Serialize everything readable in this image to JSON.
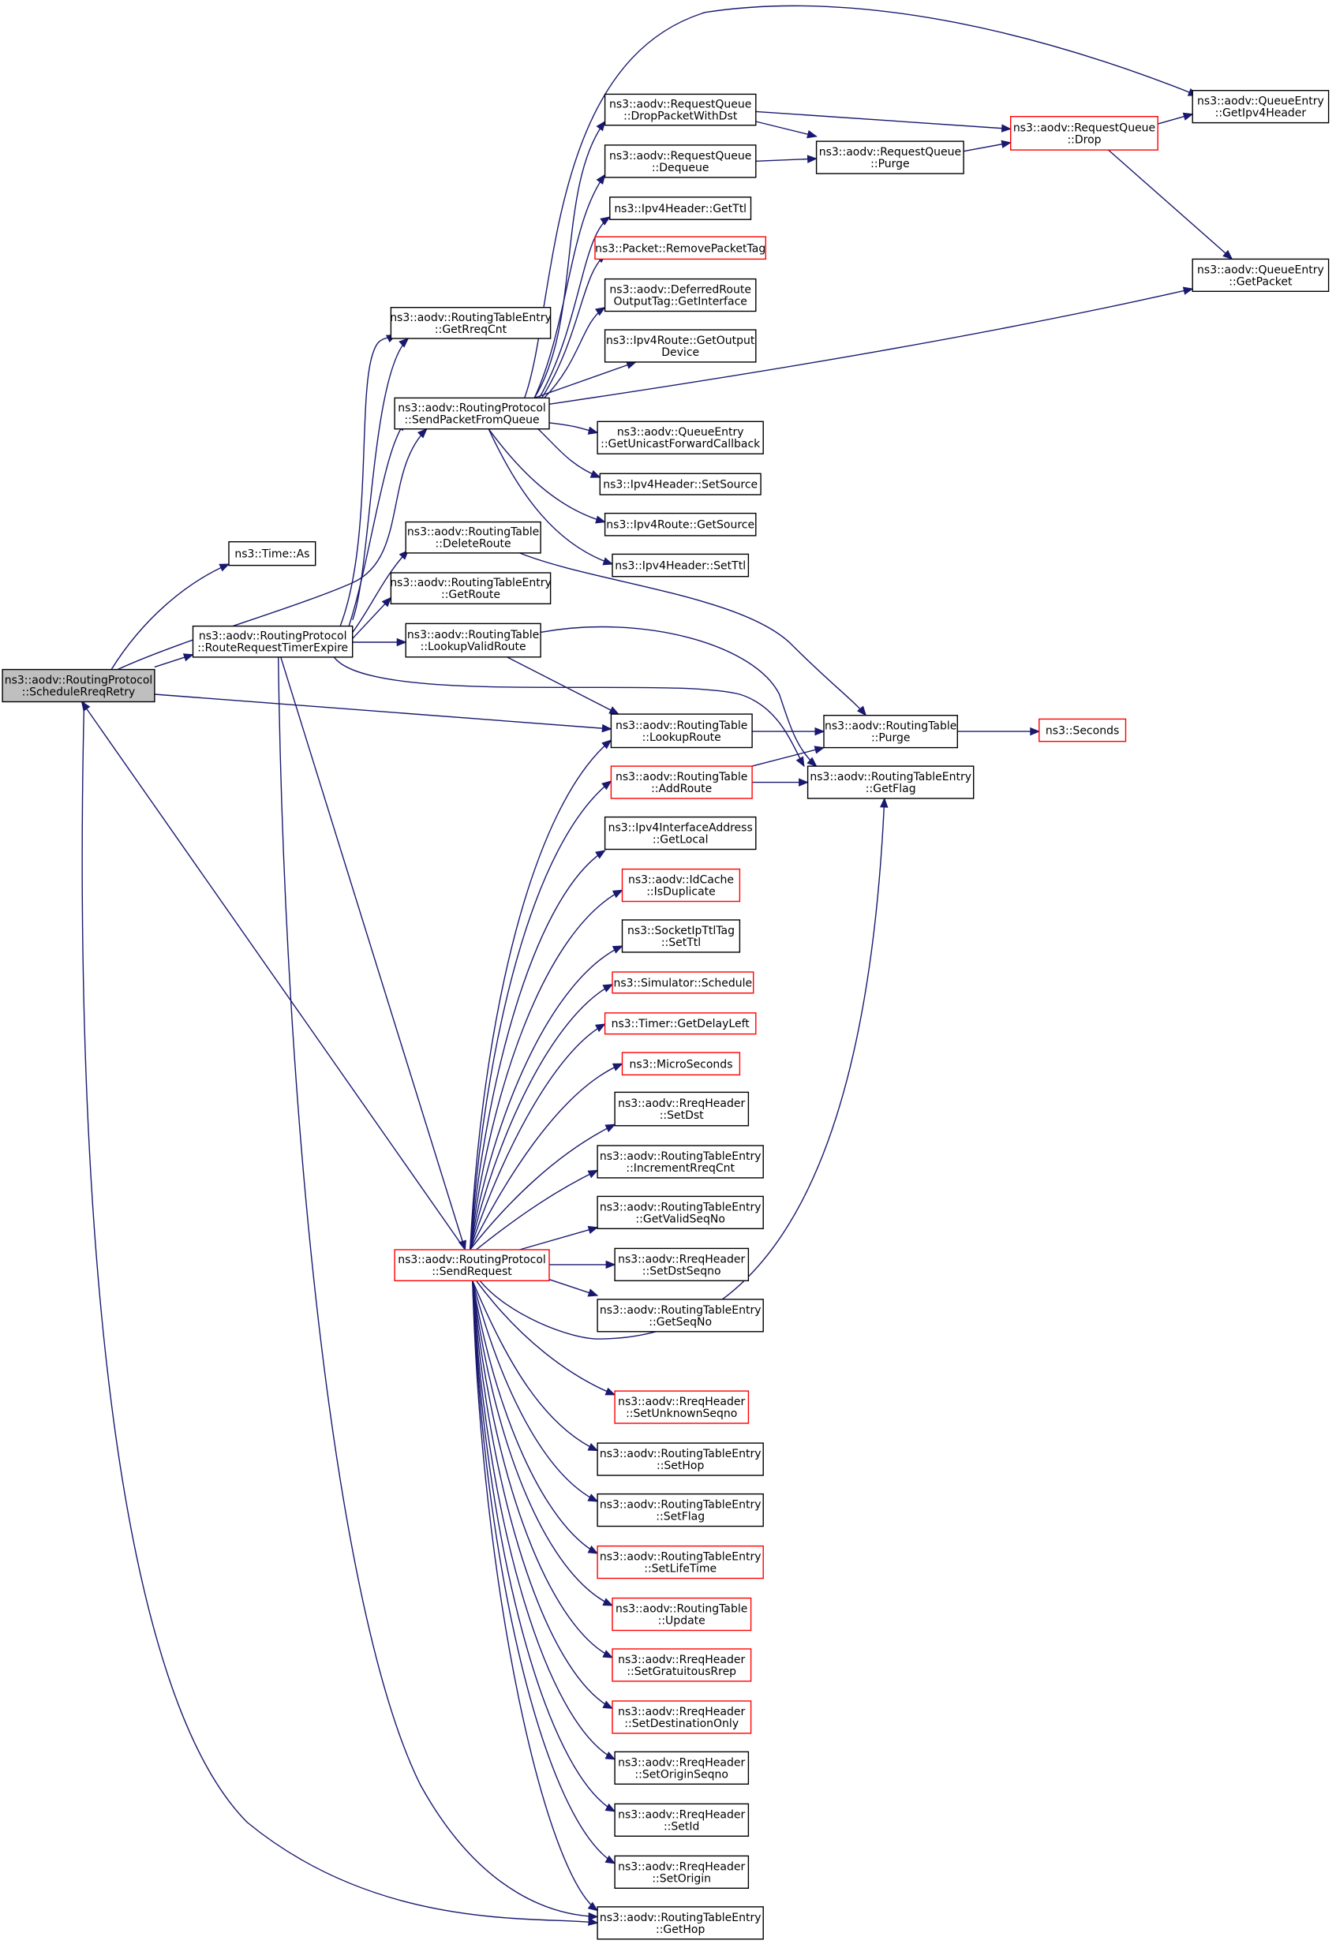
{
  "colors": {
    "edge": "#191970",
    "border_normal": "#000000",
    "border_truncated": "#ff0000",
    "root_fill": "#bfbfbf",
    "node_fill": "#ffffff"
  },
  "nodes": {
    "n_sched": {
      "lines": [
        "ns3::aodv::RoutingProtocol",
        "::ScheduleRreqRetry"
      ],
      "style": "root"
    },
    "n_as": {
      "lines": [
        "ns3::Time::As"
      ],
      "style": "normal"
    },
    "n_rrte": {
      "lines": [
        "ns3::aodv::RoutingProtocol",
        "::RouteRequestTimerExpire"
      ],
      "style": "normal"
    },
    "n_sendreq": {
      "lines": [
        "ns3::aodv::RoutingProtocol",
        "::SendRequest"
      ],
      "style": "truncated"
    },
    "n_getrreqcnt": {
      "lines": [
        "ns3::aodv::RoutingTableEntry",
        "::GetRreqCnt"
      ],
      "style": "normal"
    },
    "n_spfq": {
      "lines": [
        "ns3::aodv::RoutingProtocol",
        "::SendPacketFromQueue"
      ],
      "style": "normal"
    },
    "n_delroute": {
      "lines": [
        "ns3::aodv::RoutingTable",
        "::DeleteRoute"
      ],
      "style": "normal"
    },
    "n_getroute": {
      "lines": [
        "ns3::aodv::RoutingTableEntry",
        "::GetRoute"
      ],
      "style": "normal"
    },
    "n_lookupvalid": {
      "lines": [
        "ns3::aodv::RoutingTable",
        "::LookupValidRoute"
      ],
      "style": "normal"
    },
    "n_dropdst": {
      "lines": [
        "ns3::aodv::RequestQueue",
        "::DropPacketWithDst"
      ],
      "style": "normal"
    },
    "n_dequeue": {
      "lines": [
        "ns3::aodv::RequestQueue",
        "::Dequeue"
      ],
      "style": "normal"
    },
    "n_getttl": {
      "lines": [
        "ns3::Ipv4Header::GetTtl"
      ],
      "style": "normal"
    },
    "n_rmtag": {
      "lines": [
        "ns3::Packet::RemovePacketTag"
      ],
      "style": "truncated"
    },
    "n_defroute": {
      "lines": [
        "ns3::aodv::DeferredRoute",
        "OutputTag::GetInterface"
      ],
      "style": "normal"
    },
    "n_getoutdev": {
      "lines": [
        "ns3::Ipv4Route::GetOutput",
        "Device"
      ],
      "style": "normal"
    },
    "n_getucfc": {
      "lines": [
        "ns3::aodv::QueueEntry",
        "::GetUnicastForwardCallback"
      ],
      "style": "normal"
    },
    "n_setsrc": {
      "lines": [
        "ns3::Ipv4Header::SetSource"
      ],
      "style": "normal"
    },
    "n_getsrc": {
      "lines": [
        "ns3::Ipv4Route::GetSource"
      ],
      "style": "normal"
    },
    "n_setttl": {
      "lines": [
        "ns3::Ipv4Header::SetTtl"
      ],
      "style": "normal"
    },
    "n_lookup": {
      "lines": [
        "ns3::aodv::RoutingTable",
        "::LookupRoute"
      ],
      "style": "normal"
    },
    "n_addroute": {
      "lines": [
        "ns3::aodv::RoutingTable",
        "::AddRoute"
      ],
      "style": "truncated"
    },
    "n_getlocal": {
      "lines": [
        "ns3::Ipv4InterfaceAddress",
        "::GetLocal"
      ],
      "style": "normal"
    },
    "n_isdup": {
      "lines": [
        "ns3::aodv::IdCache",
        "::IsDuplicate"
      ],
      "style": "truncated"
    },
    "n_setttltag": {
      "lines": [
        "ns3::SocketIpTtlTag",
        "::SetTtl"
      ],
      "style": "normal"
    },
    "n_schedule": {
      "lines": [
        "ns3::Simulator::Schedule"
      ],
      "style": "truncated"
    },
    "n_getdelay": {
      "lines": [
        "ns3::Timer::GetDelayLeft"
      ],
      "style": "truncated"
    },
    "n_micro": {
      "lines": [
        "ns3::MicroSeconds"
      ],
      "style": "truncated"
    },
    "n_setdst": {
      "lines": [
        "ns3::aodv::RreqHeader",
        "::SetDst"
      ],
      "style": "normal"
    },
    "n_incrreq": {
      "lines": [
        "ns3::aodv::RoutingTableEntry",
        "::IncrementRreqCnt"
      ],
      "style": "normal"
    },
    "n_getvalidseq": {
      "lines": [
        "ns3::aodv::RoutingTableEntry",
        "::GetValidSeqNo"
      ],
      "style": "normal"
    },
    "n_setdstseq": {
      "lines": [
        "ns3::aodv::RreqHeader",
        "::SetDstSeqno"
      ],
      "style": "normal"
    },
    "n_getseq": {
      "lines": [
        "ns3::aodv::RoutingTableEntry",
        "::GetSeqNo"
      ],
      "style": "normal"
    },
    "n_setunk": {
      "lines": [
        "ns3::aodv::RreqHeader",
        "::SetUnknownSeqno"
      ],
      "style": "truncated"
    },
    "n_sethop": {
      "lines": [
        "ns3::aodv::RoutingTableEntry",
        "::SetHop"
      ],
      "style": "normal"
    },
    "n_setflag": {
      "lines": [
        "ns3::aodv::RoutingTableEntry",
        "::SetFlag"
      ],
      "style": "normal"
    },
    "n_setlife": {
      "lines": [
        "ns3::aodv::RoutingTableEntry",
        "::SetLifeTime"
      ],
      "style": "truncated"
    },
    "n_update": {
      "lines": [
        "ns3::aodv::RoutingTable",
        "::Update"
      ],
      "style": "truncated"
    },
    "n_setgrat": {
      "lines": [
        "ns3::aodv::RreqHeader",
        "::SetGratuitousRrep"
      ],
      "style": "truncated"
    },
    "n_setdonly": {
      "lines": [
        "ns3::aodv::RreqHeader",
        "::SetDestinationOnly"
      ],
      "style": "truncated"
    },
    "n_setorigseq": {
      "lines": [
        "ns3::aodv::RreqHeader",
        "::SetOriginSeqno"
      ],
      "style": "normal"
    },
    "n_setid": {
      "lines": [
        "ns3::aodv::RreqHeader",
        "::SetId"
      ],
      "style": "normal"
    },
    "n_setorigin": {
      "lines": [
        "ns3::aodv::RreqHeader",
        "::SetOrigin"
      ],
      "style": "normal"
    },
    "n_gethop": {
      "lines": [
        "ns3::aodv::RoutingTableEntry",
        "::GetHop"
      ],
      "style": "normal"
    },
    "n_rqpurge": {
      "lines": [
        "ns3::aodv::RequestQueue",
        "::Purge"
      ],
      "style": "normal"
    },
    "n_rqdrop": {
      "lines": [
        "ns3::aodv::RequestQueue",
        "::Drop"
      ],
      "style": "truncated"
    },
    "n_getipv4h": {
      "lines": [
        "ns3::aodv::QueueEntry",
        "::GetIpv4Header"
      ],
      "style": "normal"
    },
    "n_getpacket": {
      "lines": [
        "ns3::aodv::QueueEntry",
        "::GetPacket"
      ],
      "style": "normal"
    },
    "n_rtpurge": {
      "lines": [
        "ns3::aodv::RoutingTable",
        "::Purge"
      ],
      "style": "normal"
    },
    "n_getflag": {
      "lines": [
        "ns3::aodv::RoutingTableEntry",
        "::GetFlag"
      ],
      "style": "normal"
    },
    "n_seconds": {
      "lines": [
        "ns3::Seconds"
      ],
      "style": "truncated"
    }
  }
}
